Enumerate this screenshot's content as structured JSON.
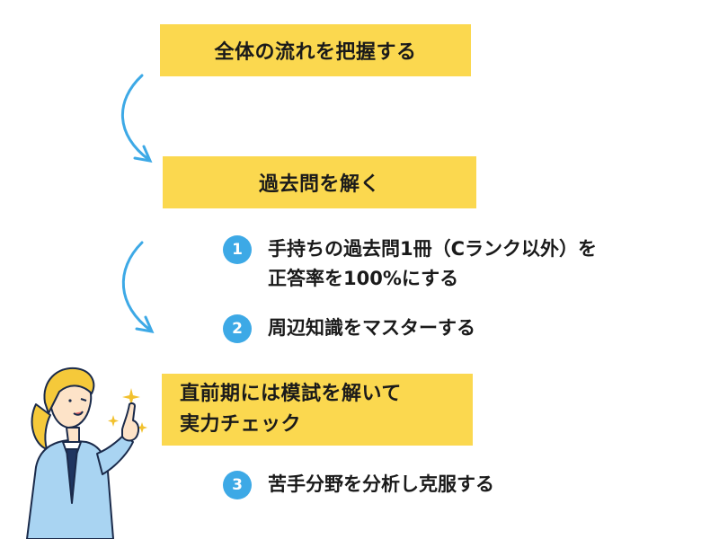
{
  "flow": {
    "step_box_1": "全体の流れを把握する",
    "step_box_2": "過去問を解く",
    "step_box_3_line1": "直前期には模試を解いて",
    "step_box_3_line2": "実力チェック"
  },
  "substeps": [
    {
      "number": "1",
      "line1": "手持ちの過去問1冊（Cランク以外）を",
      "line2": "正答率を100%にする"
    },
    {
      "number": "2",
      "line1": "周辺知識をマスターする"
    },
    {
      "number": "3",
      "line1": "苦手分野を分析し克服する"
    }
  ],
  "colors": {
    "box_fill": "#fbd84f",
    "badge_fill": "#3da9e6",
    "arrow": "#3da9e6"
  },
  "icons": [
    "curved-arrow-icon",
    "woman-pointing-illustration",
    "sparkle-icon"
  ]
}
